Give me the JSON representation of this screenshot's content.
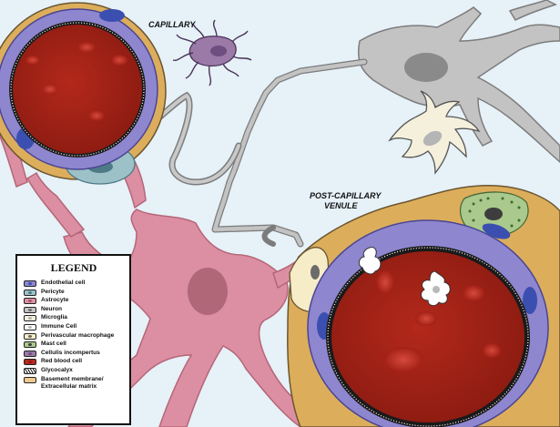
{
  "labels": {
    "capillary": "CAPILLARY",
    "venule_line1": "POST-CAPILLARY",
    "venule_line2": "VENULE"
  },
  "legend": {
    "title": "LEGEND",
    "items": [
      {
        "name": "endothelial",
        "label": "Endothelial cell",
        "fill": "#8e86cf",
        "dot": "#3b4fb0"
      },
      {
        "name": "pericyte",
        "label": "Pericyte",
        "fill": "#9cc1c7",
        "dot": "#4e7a86"
      },
      {
        "name": "astrocyte",
        "label": "Astrocyte",
        "fill": "#dc8fa2",
        "dot": "#a25968"
      },
      {
        "name": "neuron",
        "label": "Neuron",
        "fill": "#c3c3c3",
        "dot": "#6f6f6f"
      },
      {
        "name": "microglia",
        "label": "Microglia",
        "fill": "#f4f0dc",
        "dot": "#b5b5b5"
      },
      {
        "name": "immune",
        "label": "Immune Cell",
        "fill": "#ffffff",
        "dot": "#b9b9b9"
      },
      {
        "name": "macrophage",
        "label": "Perivascular macrophage",
        "fill": "#f6edc8",
        "dot": "#6b6b6b"
      },
      {
        "name": "mast",
        "label": "Mast cell",
        "fill": "#a9c98d",
        "dot": "#3d3d3d"
      },
      {
        "name": "incompertus",
        "label": "Cellulis incompertus",
        "fill": "#9b7aa8",
        "dot": "#6e4e80"
      },
      {
        "name": "rbc",
        "label": "Red blood cell",
        "fill": "#b8281d",
        "dot": "#8d1c14"
      },
      {
        "name": "glycocalyx",
        "label": "Glycocalyx",
        "fill": "#ffffff",
        "dot": ""
      },
      {
        "name": "basement",
        "label": "Basement membrane/ Extracellular matrix",
        "fill": "#ecc98e",
        "dot": ""
      }
    ]
  },
  "colors": {
    "background": "#e6f1f8",
    "endothelial": "#8e86cf",
    "basement": "#dcae5c",
    "astrocyte": "#dc8fa2",
    "neuron": "#c3c3c3",
    "rbc": "#b8281d",
    "lumen": "#9c2014",
    "mast": "#a9c98d",
    "incompertus": "#9b7aa8"
  }
}
